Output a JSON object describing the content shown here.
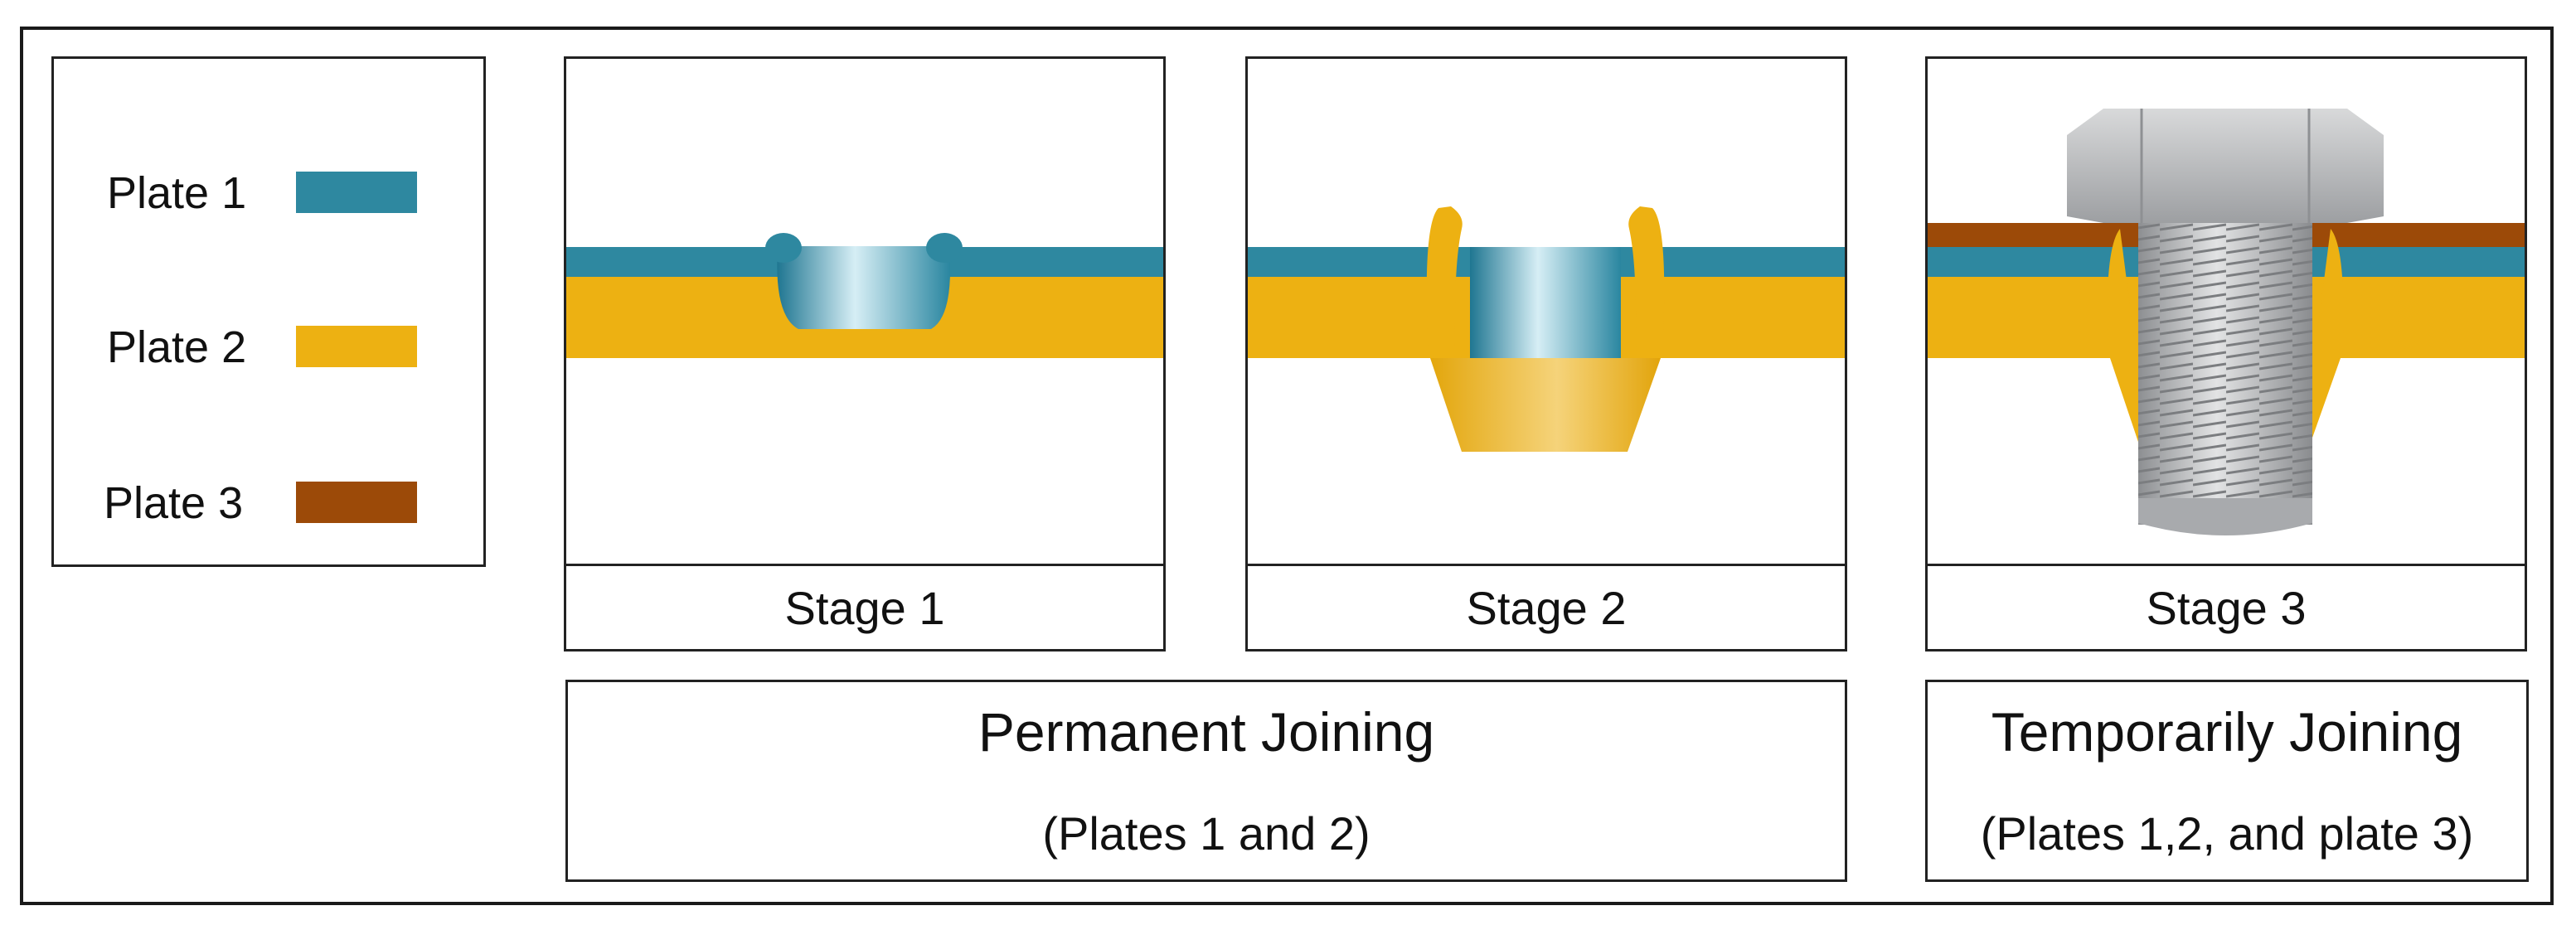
{
  "legend": {
    "items": [
      {
        "label": "Plate 1",
        "color": "#2e88a0"
      },
      {
        "label": "Plate 2",
        "color": "#edb112"
      },
      {
        "label": "Plate 3",
        "color": "#9c4a08"
      }
    ]
  },
  "stages": [
    {
      "caption": "Stage 1"
    },
    {
      "caption": "Stage 2"
    },
    {
      "caption": "Stage 3"
    }
  ],
  "groups": {
    "permanent": {
      "title": "Permanent Joining",
      "subtitle": "(Plates 1 and 2)"
    },
    "temporary": {
      "title": "Temporarily Joining",
      "subtitle": "(Plates 1,2, and plate 3)"
    }
  },
  "colors": {
    "plate1": "#2e88a0",
    "plate2": "#edb112",
    "plate3": "#9c4a08",
    "bolt": "#a9abae"
  }
}
